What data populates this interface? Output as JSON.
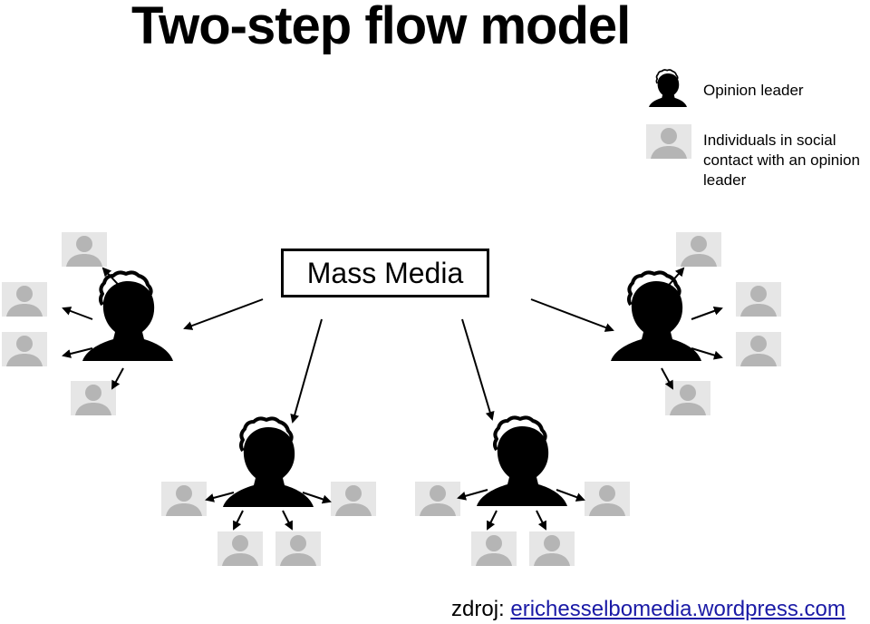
{
  "title": "Two-step flow model",
  "legend": {
    "opinion_leader": "Opinion leader",
    "individuals": "Individuals in social contact with an opinion leader"
  },
  "central_node": "Mass Media",
  "source": {
    "prefix": "zdroj:",
    "link_text": "erichesselbomedia.wordpress.com"
  },
  "colors": {
    "leader": "#000000",
    "individual": "#b5b5b5",
    "individual_bg": "#e6e6e6",
    "link": "#1a1aa6"
  }
}
